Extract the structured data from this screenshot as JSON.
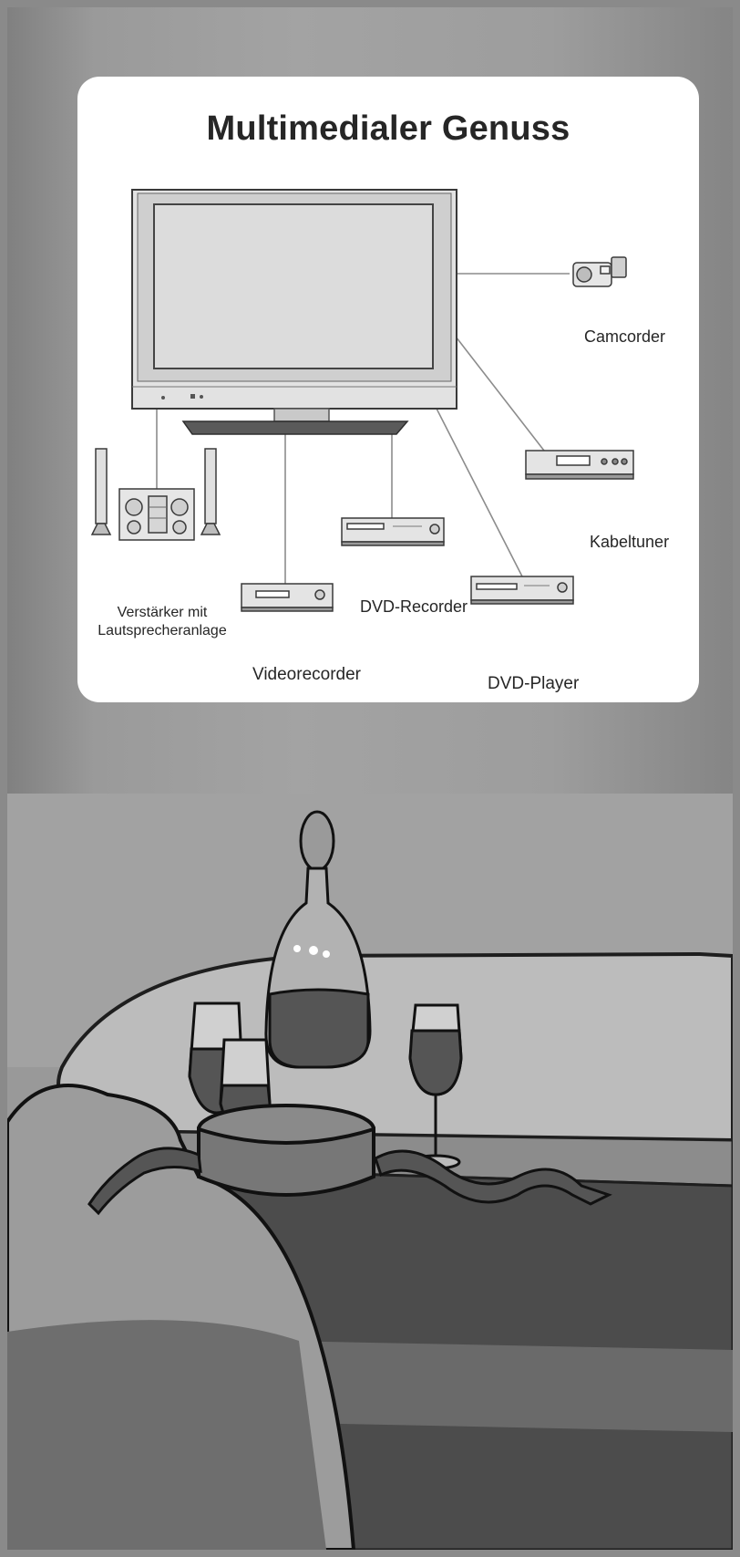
{
  "title": "Multimedialer Genuss",
  "devices": {
    "camcorder": "Camcorder",
    "kabeltuner": "Kabeltuner",
    "amplifier": "Verstärker mit Lautsprecheranlage",
    "dvd_recorder": "DVD-Recorder",
    "videorecorder": "Videorecorder",
    "dvd_player": "DVD-Player"
  },
  "colors": {
    "background": "#8a8a8a",
    "panel": "#ffffff",
    "text": "#262626",
    "line": "#8c8c8c"
  }
}
